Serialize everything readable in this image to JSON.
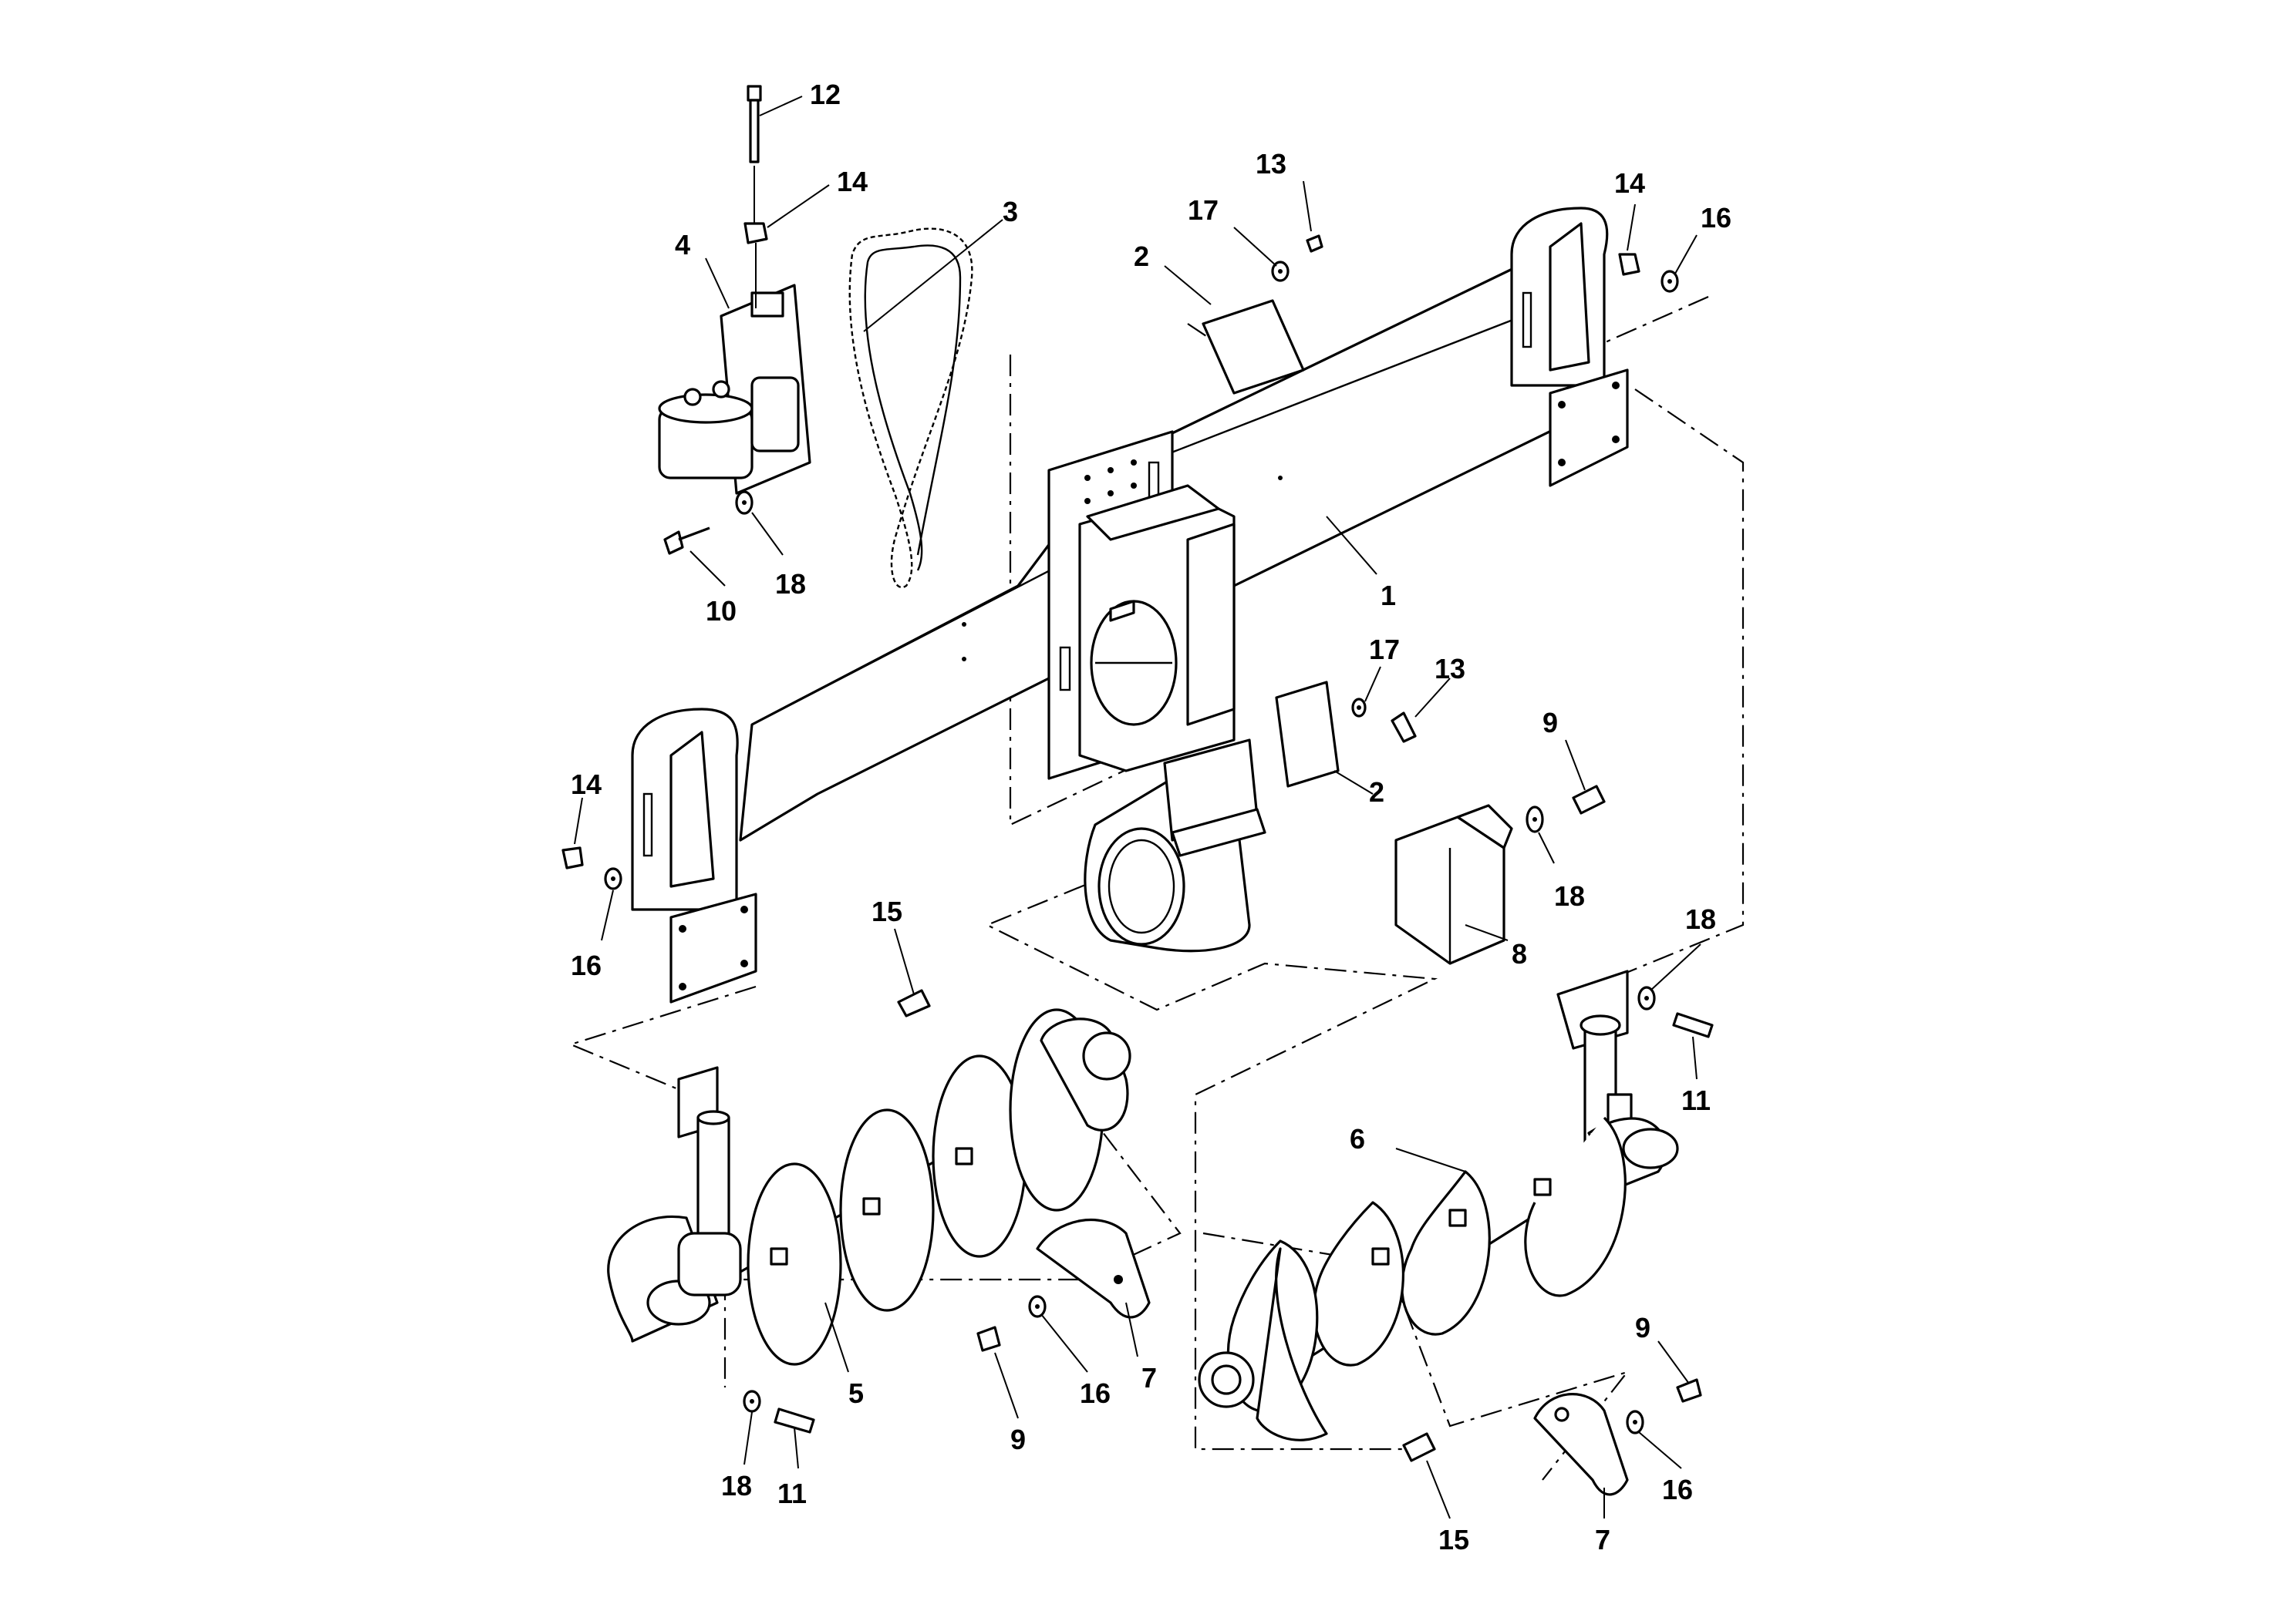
{
  "diagram": {
    "callouts": [
      {
        "id": "c12a",
        "label": "12"
      },
      {
        "id": "c14a",
        "label": "14"
      },
      {
        "id": "c4",
        "label": "4"
      },
      {
        "id": "c3",
        "label": "3"
      },
      {
        "id": "c13a",
        "label": "13"
      },
      {
        "id": "c17a",
        "label": "17"
      },
      {
        "id": "c2a",
        "label": "2"
      },
      {
        "id": "c14b",
        "label": "14"
      },
      {
        "id": "c16a",
        "label": "16"
      },
      {
        "id": "c1",
        "label": "1"
      },
      {
        "id": "c10",
        "label": "10"
      },
      {
        "id": "c18a",
        "label": "18"
      },
      {
        "id": "c17b",
        "label": "17"
      },
      {
        "id": "c13b",
        "label": "13"
      },
      {
        "id": "c9a",
        "label": "9"
      },
      {
        "id": "c2b",
        "label": "2"
      },
      {
        "id": "c14c",
        "label": "14"
      },
      {
        "id": "c16b",
        "label": "16"
      },
      {
        "id": "c18b",
        "label": "18"
      },
      {
        "id": "c8",
        "label": "8"
      },
      {
        "id": "c15a",
        "label": "15"
      },
      {
        "id": "c18c",
        "label": "18"
      },
      {
        "id": "c11a",
        "label": "11"
      },
      {
        "id": "c6",
        "label": "6"
      },
      {
        "id": "c5",
        "label": "5"
      },
      {
        "id": "c7a",
        "label": "7"
      },
      {
        "id": "c16c",
        "label": "16"
      },
      {
        "id": "c9b",
        "label": "9"
      },
      {
        "id": "c18d",
        "label": "18"
      },
      {
        "id": "c11b",
        "label": "11"
      },
      {
        "id": "c9c",
        "label": "9"
      },
      {
        "id": "c15b",
        "label": "15"
      },
      {
        "id": "c16d",
        "label": "16"
      },
      {
        "id": "c7b",
        "label": "7"
      }
    ]
  }
}
